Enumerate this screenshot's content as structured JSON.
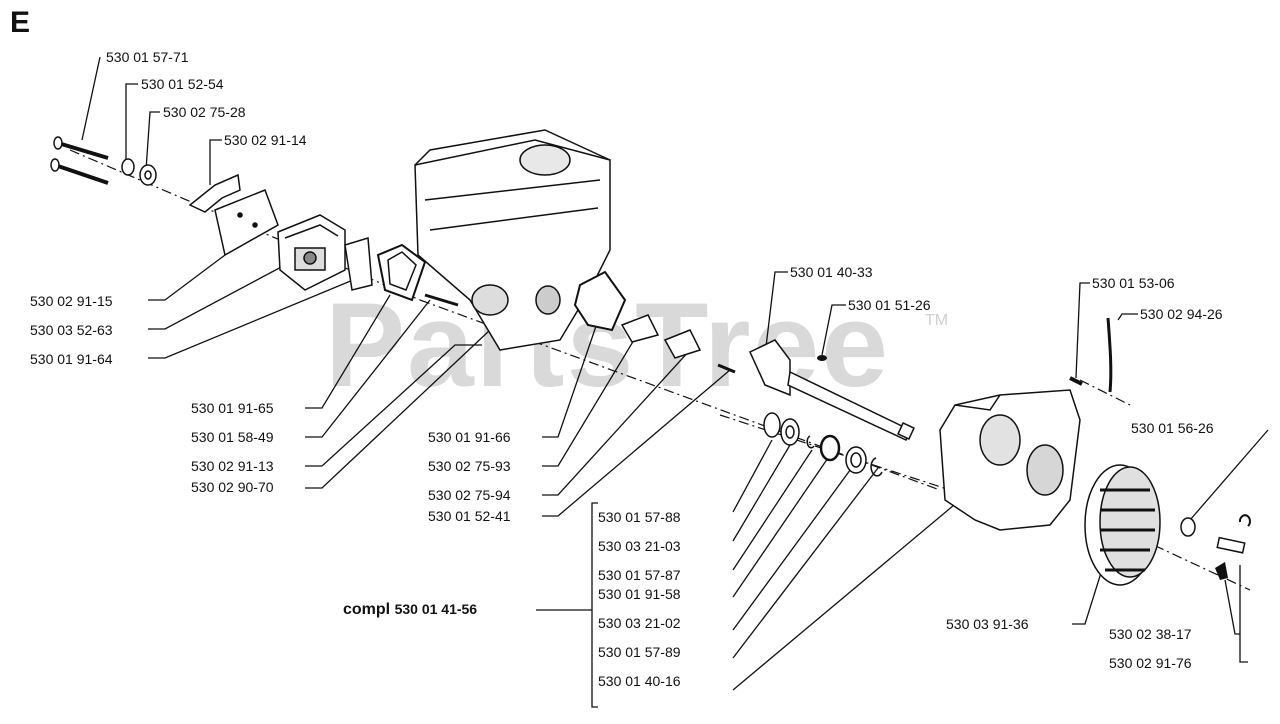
{
  "diagram": {
    "section_letter": "E",
    "watermark": "PartsTree",
    "watermark_tm": "TM",
    "assembly": {
      "prefix": "compl",
      "number": "530 01 41-56"
    },
    "part_labels": [
      "530 01 57-71",
      "530 01 52-54",
      "530 02 75-28",
      "530 02 91-14",
      "530 02 91-15",
      "530 03 52-63",
      "530 01 91-64",
      "530 01 91-65",
      "530 01 58-49",
      "530 02 91-13",
      "530 02 90-70",
      "530 01 91-66",
      "530 02 75-93",
      "530 02 75-94",
      "530 01 52-41",
      "530 01 40-33",
      "530 01 51-26",
      "530 01 53-06",
      "530 02 94-26",
      "530 01 56-26",
      "530 01 57-88",
      "530 03 21-03",
      "530 01 57-87",
      "530 01 91-58",
      "530 03 21-02",
      "530 01 57-89",
      "530 01 40-16",
      "530 03 91-36",
      "530 02 38-17",
      "530 02 91-76"
    ]
  }
}
